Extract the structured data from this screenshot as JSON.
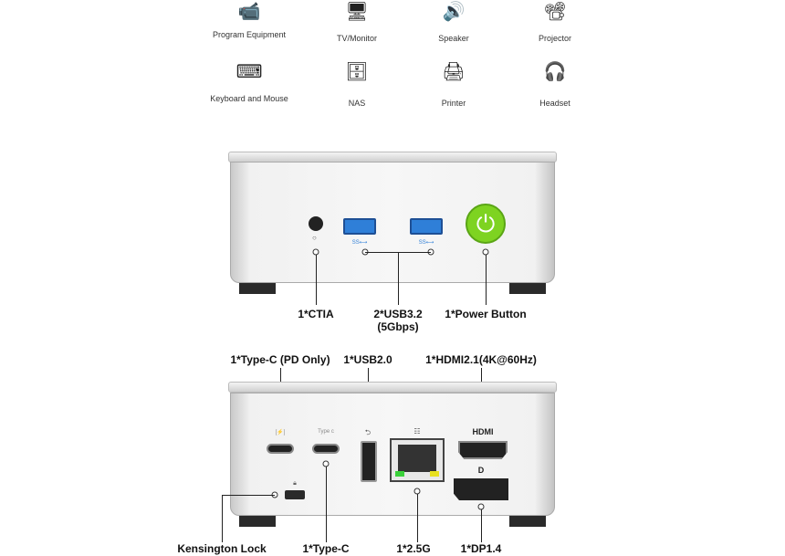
{
  "devices": [
    {
      "label": "Program Equipment",
      "icon": "security-camera-icon"
    },
    {
      "label": "TV/Monitor",
      "icon": "monitor-icon"
    },
    {
      "label": "Speaker",
      "icon": "speaker-icon"
    },
    {
      "label": "Projector",
      "icon": "projector-icon"
    },
    {
      "label": "Keyboard and Mouse",
      "icon": "keyboard-mouse-icon"
    },
    {
      "label": "NAS",
      "icon": "nas-icon"
    },
    {
      "label": "Printer",
      "icon": "printer-icon"
    },
    {
      "label": "Headset",
      "icon": "earbuds-icon"
    }
  ],
  "front": {
    "ctia": "1*CTIA",
    "usb_line1": "2*USB3.2",
    "usb_line2": "(5Gbps)",
    "power": "1*Power Button",
    "usb_logo": "SS⟷",
    "power_color": "#7ed321"
  },
  "rear": {
    "typec_pd": "1*Type-C (PD Only)",
    "usb2": "1*USB2.0",
    "hdmi": "1*HDMI2.1(4K@60Hz)",
    "kensington": "Kensington Lock",
    "typec": "1*Type-C",
    "lan": "1*2.5G",
    "dp": "1*DP1.4",
    "port_typec_text": "Type c",
    "port_pd_text": "[⚡]",
    "hdmi_logo": "HDMI",
    "dp_logo": "D"
  }
}
